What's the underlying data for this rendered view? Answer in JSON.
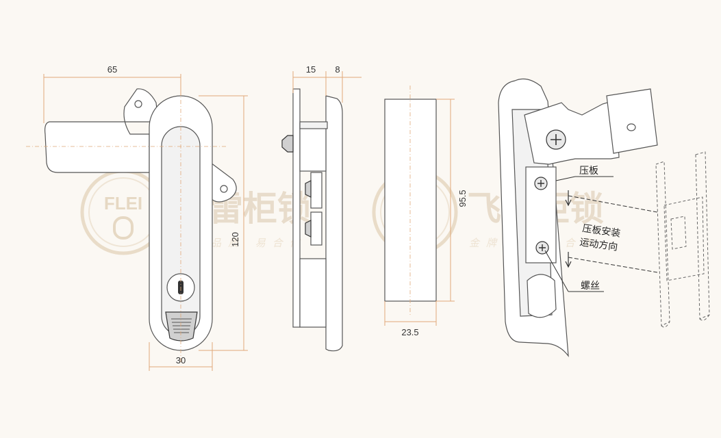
{
  "watermark": {
    "logo_text": "FLEI",
    "brand_text": "飞雷柜锁",
    "slogan_text": "金牌品质  易合作"
  },
  "dimensions": {
    "front_width": "65",
    "front_height": "120",
    "front_bottom": "30",
    "side_depth_a": "15",
    "side_depth_b": "8",
    "cutout_height": "95.5",
    "cutout_width": "23.5"
  },
  "annotations": {
    "pressure_plate": "压板",
    "install_direction_line1": "压板安装",
    "install_direction_line2": "运动方向",
    "screw": "螺丝"
  },
  "colors": {
    "background": "#fbf8f3",
    "dimension_line": "#e0a878",
    "watermark": "#e8dccb"
  }
}
